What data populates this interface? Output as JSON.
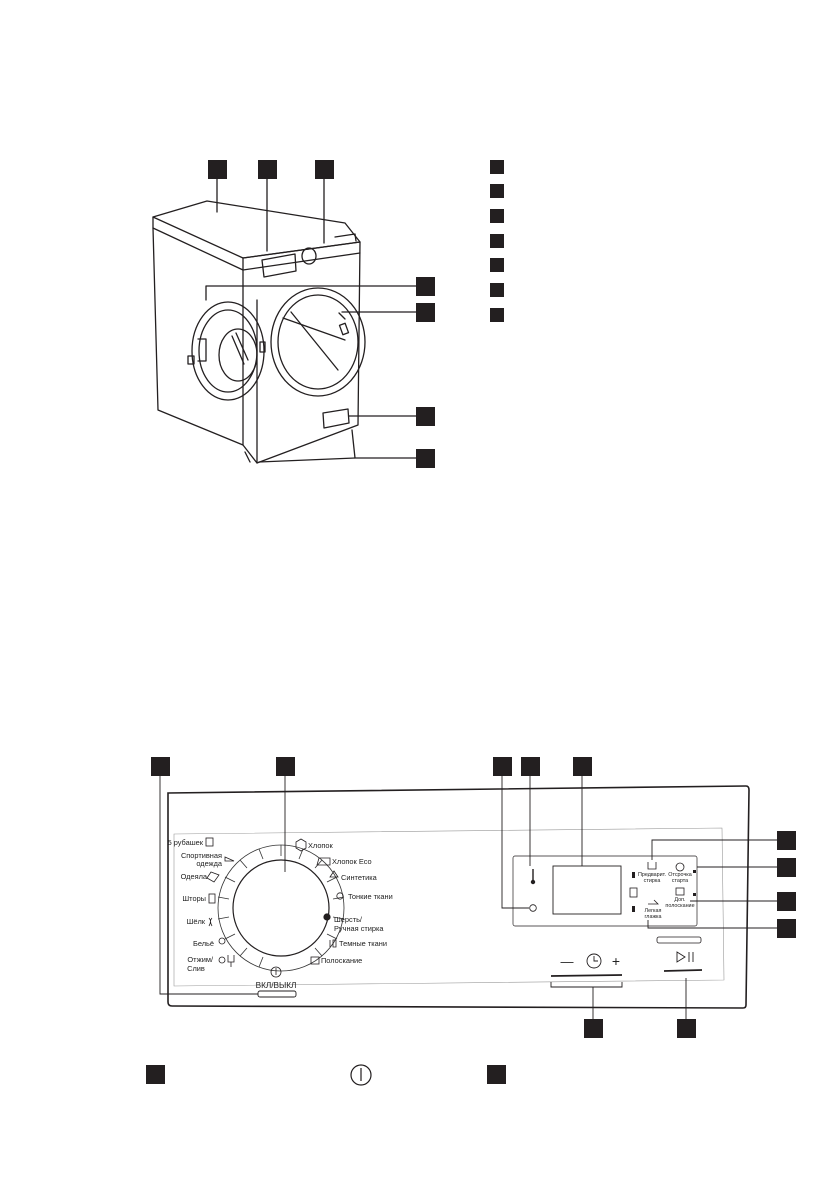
{
  "programmes_left": [
    "5 рубашек",
    "Спортивная",
    "одежда",
    "Одеяла",
    "Шторы",
    "Шёлк",
    "Бельё",
    "Отжим/",
    "Слив"
  ],
  "programmes_right": [
    "Хлопок",
    "Хлопок Eco",
    "Синтетика",
    "Тонкие ткани",
    "Шерсть/",
    "Ручная стирка",
    "Темные ткани",
    "Полоскание"
  ],
  "on_off_label": "ВКЛ/ВЫКЛ",
  "options": {
    "prewash": [
      "Предварит.",
      "стирка"
    ],
    "delay_start": [
      "Отсрочка",
      "старта"
    ],
    "extra_rinse": [
      "Доп.",
      "полоскание"
    ],
    "easy_iron": [
      "Легкая",
      "глажка"
    ]
  },
  "time_minus": "—",
  "time_plus": "+"
}
